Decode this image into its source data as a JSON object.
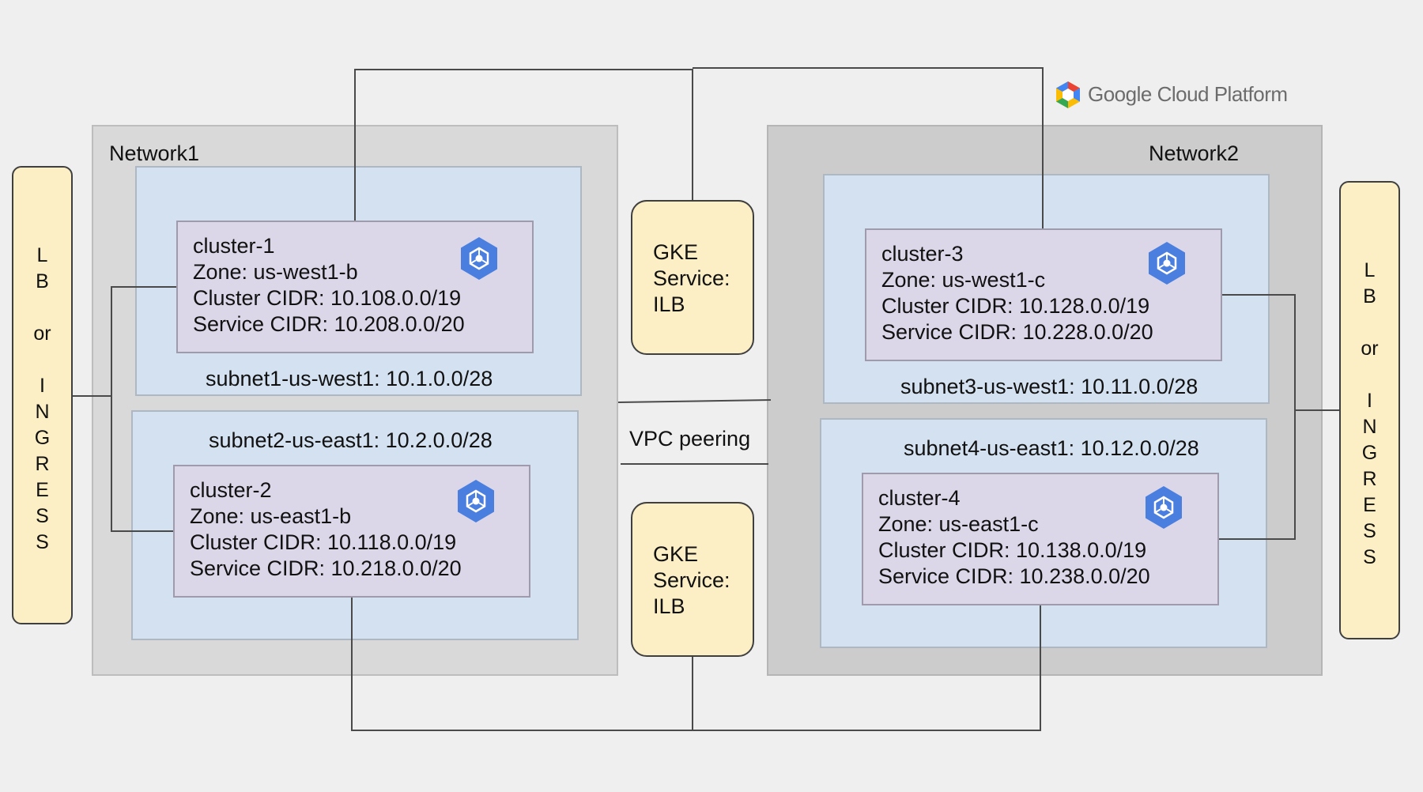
{
  "logo": {
    "text": "Google Cloud Platform"
  },
  "networks": [
    {
      "name": "Network1"
    },
    {
      "name": "Network2"
    }
  ],
  "subnets": [
    {
      "label": "subnet1-us-west1: 10.1.0.0/28"
    },
    {
      "label": "subnet2-us-east1: 10.2.0.0/28"
    },
    {
      "label": "subnet3-us-west1: 10.11.0.0/28"
    },
    {
      "label": "subnet4-us-east1: 10.12.0.0/28"
    }
  ],
  "clusters": [
    {
      "name": "cluster-1",
      "zone": "Zone: us-west1-b",
      "cluster_cidr": "Cluster CIDR: 10.108.0.0/19",
      "service_cidr": "Service CIDR: 10.208.0.0/20"
    },
    {
      "name": "cluster-2",
      "zone": "Zone: us-east1-b",
      "cluster_cidr": "Cluster CIDR: 10.118.0.0/19",
      "service_cidr": "Service CIDR: 10.218.0.0/20"
    },
    {
      "name": "cluster-3",
      "zone": "Zone: us-west1-c",
      "cluster_cidr": "Cluster CIDR: 10.128.0.0/19",
      "service_cidr": "Service CIDR: 10.228.0.0/20"
    },
    {
      "name": "cluster-4",
      "zone": "Zone: us-east1-c",
      "cluster_cidr": "Cluster CIDR: 10.138.0.0/19",
      "service_cidr": "Service CIDR: 10.238.0.0/20"
    }
  ],
  "gke_services": [
    {
      "line1": "GKE",
      "line2": "Service:",
      "line3": "ILB"
    },
    {
      "line1": "GKE",
      "line2": "Service:",
      "line3": "ILB"
    }
  ],
  "vpc_peering": {
    "label": "VPC peering"
  },
  "lb_ingress": {
    "left": [
      "L",
      "B",
      "",
      "or",
      "",
      "I",
      "N",
      "G",
      "R",
      "E",
      "S",
      "S"
    ],
    "right": [
      "L",
      "B",
      "",
      "or",
      "",
      "I",
      "N",
      "G",
      "R",
      "E",
      "S",
      "S"
    ]
  },
  "icons": {
    "cluster_icon": "kubernetes-engine-icon",
    "logo_icon": "google-cloud-hexagon-icon"
  },
  "colors": {
    "network": "#d9d9d9",
    "subnet": "#d3e1f0",
    "cluster": "#dcd7e8",
    "service_box": "#fcefc6",
    "k8s_blue": "#4a7fe0"
  }
}
